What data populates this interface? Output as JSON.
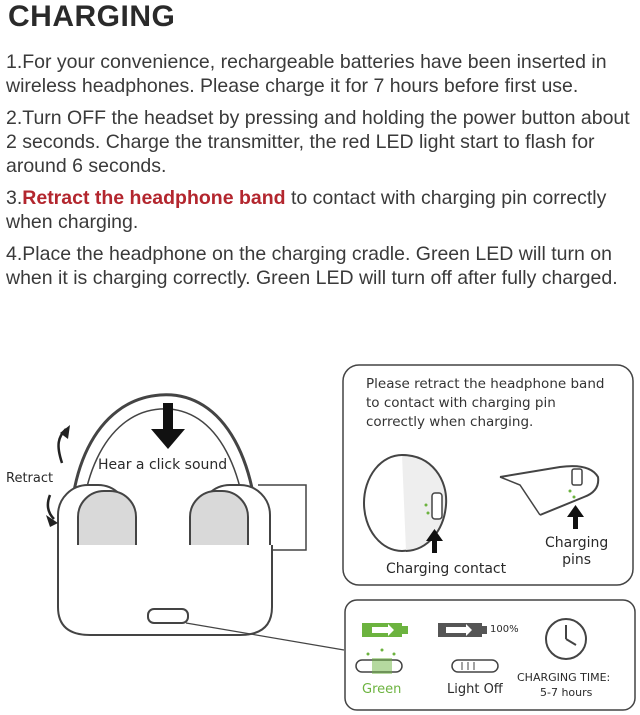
{
  "title": "CHARGING",
  "steps": [
    {
      "text": "1.For your convenience, rechargeable batteries have been inserted in wireless headphones. Please charge it for 7 hours before first use."
    },
    {
      "text": "2.Turn OFF the headset by pressing and holding the power button about 2 seconds. Charge the transmitter, the red LED light start to flash for around 6 seconds."
    },
    {
      "prefix": "3.",
      "highlight": "Retract the headphone band",
      "rest": " to contact with charging pin correctly when charging."
    },
    {
      "text": "4.Place the headphone on the charging cradle. Green LED will turn on when it is charging correctly. Green LED will turn off after fully charged."
    }
  ],
  "figure": {
    "click_label": "Hear a click sound",
    "retract_label": "Retract",
    "note": "Please retract the headphone band to contact with charging pin correctly when charging.",
    "charging_contact_label": "Charging contact",
    "charging_pins_label": "Charging\npins",
    "led": {
      "green_label": "Green",
      "light_off_label": "Light Off",
      "full_label": "100%",
      "charging_time_label": "CHARGING TIME:",
      "charging_time_value": "5-7 hours"
    }
  },
  "colors": {
    "highlight": "#b3262e",
    "led_green": "#6cb33f",
    "text": "#3a3a3a"
  }
}
